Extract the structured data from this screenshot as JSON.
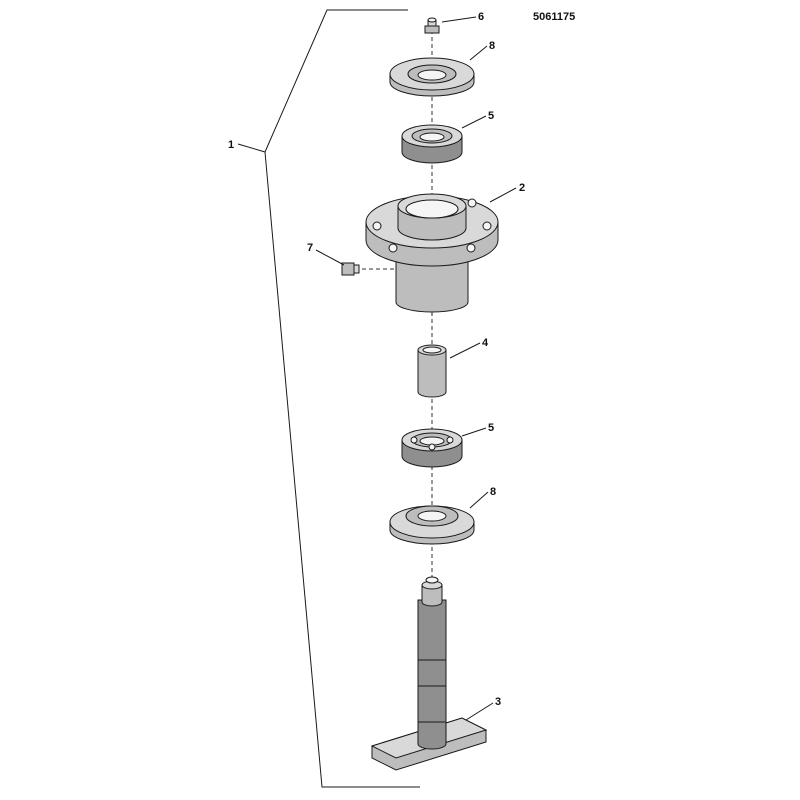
{
  "figure_number": "5061175",
  "callouts": {
    "assembly": "1",
    "housing": "2",
    "spindle_shaft": "3",
    "spacer": "4",
    "bearing_upper": "5",
    "bearing_lower": "5",
    "grease_fitting": "6",
    "plug": "7",
    "seal_upper": "8",
    "seal_lower": "8"
  }
}
